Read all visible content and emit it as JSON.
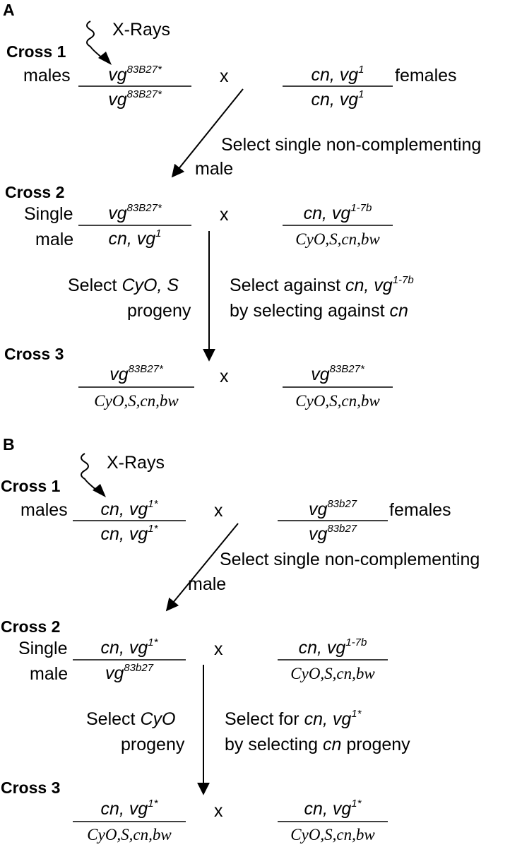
{
  "panelA": {
    "label": "A",
    "xrays": "X-Rays",
    "cross1": {
      "title": "Cross 1",
      "left_label": "males",
      "right_label": "females",
      "male_top_gene": "vg",
      "male_top_sup": "83B27*",
      "male_bottom_gene": "vg",
      "male_bottom_sup": "83B27*",
      "x": "x",
      "female_top_gene": "cn, vg",
      "female_top_sup": "1",
      "female_bottom_gene": "cn, vg",
      "female_bottom_sup": "1"
    },
    "selection1": {
      "line1": "Select single non-complementing",
      "line2": "male"
    },
    "cross2": {
      "title": "Cross 2",
      "left_label_1": "Single",
      "left_label_2": "male",
      "male_top_gene": "vg",
      "male_top_sup": "83B27*",
      "male_bottom_gene": "cn, vg",
      "male_bottom_sup": "1",
      "x": "x",
      "female_top_gene": "cn, vg",
      "female_top_sup": "1-7b",
      "female_bottom": "CyO,S,cn,bw"
    },
    "selection2": {
      "left_1_a": "Select ",
      "left_1_b": "CyO, S",
      "left_2": "progeny",
      "right_1_a": "Select against ",
      "right_1_b": "cn, vg",
      "right_1_sup": "1-7b",
      "right_2_a": "by selecting against ",
      "right_2_b": "cn"
    },
    "cross3": {
      "title": "Cross 3",
      "left_top_gene": "vg",
      "left_top_sup": "83B27*",
      "left_bottom": "CyO,S,cn,bw",
      "x": "x",
      "right_top_gene": "vg",
      "right_top_sup": "83B27*",
      "right_bottom": "CyO,S,cn,bw"
    }
  },
  "panelB": {
    "label": "B",
    "xrays": "X-Rays",
    "cross1": {
      "title": "Cross 1",
      "left_label": "males",
      "right_label": "females",
      "male_top_gene": "cn, vg",
      "male_top_sup": "1*",
      "male_bottom_gene": "cn, vg",
      "male_bottom_sup": "1*",
      "x": "x",
      "female_top_gene": "vg",
      "female_top_sup": "83b27",
      "female_bottom_gene": "vg",
      "female_bottom_sup": "83b27"
    },
    "selection1": {
      "line1": "Select single non-complementing",
      "line2": "male"
    },
    "cross2": {
      "title": "Cross 2",
      "left_label_1": "Single",
      "left_label_2": "male",
      "male_top_gene": "cn, vg",
      "male_top_sup": "1*",
      "male_bottom_gene": "vg",
      "male_bottom_sup": "83b27",
      "x": "x",
      "female_top_gene": "cn, vg",
      "female_top_sup": "1-7b",
      "female_bottom": "CyO,S,cn,bw"
    },
    "selection2": {
      "left_1_a": "Select ",
      "left_1_b": "CyO",
      "left_2": "progeny",
      "right_1_a": "Select for ",
      "right_1_b": "cn, vg",
      "right_1_sup": "1*",
      "right_2_a": "by selecting ",
      "right_2_b": "cn",
      "right_2_c": " progeny"
    },
    "cross3": {
      "title": "Cross 3",
      "left_top_gene": "cn, vg",
      "left_top_sup": "1*",
      "left_bottom": "CyO,S,cn,bw",
      "x": "x",
      "right_top_gene": "cn, vg",
      "right_top_sup": "1*",
      "right_bottom": "CyO,S,cn,bw"
    }
  }
}
